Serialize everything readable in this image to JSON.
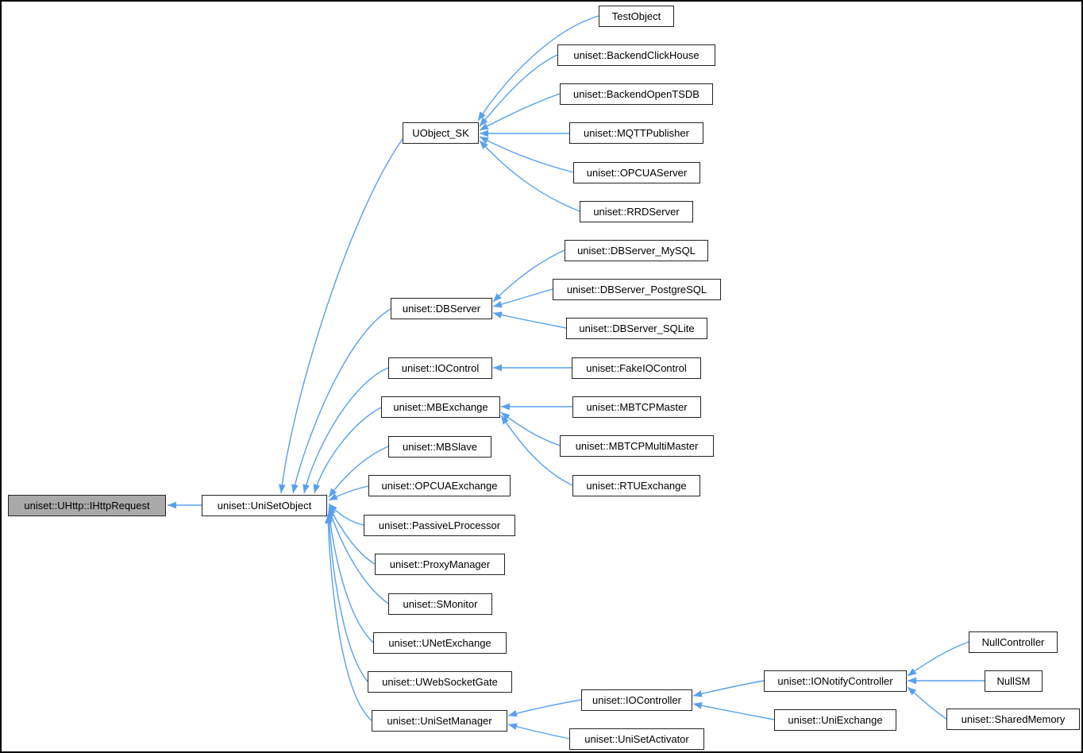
{
  "diagram": {
    "type": "class-inheritance-graph",
    "colors": {
      "background": "#ffffff",
      "edge": "#58a0ee",
      "node_bg": "#ffffff",
      "node_border": "#242424",
      "current_node_bg": "#a9a9a9"
    },
    "nodes": [
      {
        "id": "ihttprequest",
        "label": "uniset::UHttp::IHttpRequest",
        "current": true
      },
      {
        "id": "unisetobject",
        "label": "uniset::UniSetObject"
      },
      {
        "id": "uobject_sk",
        "label": "UObject_SK"
      },
      {
        "id": "dbserver",
        "label": "uniset::DBServer"
      },
      {
        "id": "iocontrol",
        "label": "uniset::IOControl"
      },
      {
        "id": "mbexchange",
        "label": "uniset::MBExchange"
      },
      {
        "id": "mbslave",
        "label": "uniset::MBSlave"
      },
      {
        "id": "opcuaexchange",
        "label": "uniset::OPCUAExchange"
      },
      {
        "id": "passivelprocessor",
        "label": "uniset::PassiveLProcessor"
      },
      {
        "id": "proxymanager",
        "label": "uniset::ProxyManager"
      },
      {
        "id": "smonitor",
        "label": "uniset::SMonitor"
      },
      {
        "id": "unetexchange",
        "label": "uniset::UNetExchange"
      },
      {
        "id": "uwebsocketgate",
        "label": "uniset::UWebSocketGate"
      },
      {
        "id": "unisetmanager",
        "label": "uniset::UniSetManager"
      },
      {
        "id": "testobject",
        "label": "TestObject"
      },
      {
        "id": "backendclickhouse",
        "label": "uniset::BackendClickHouse"
      },
      {
        "id": "backendopentsdb",
        "label": "uniset::BackendOpenTSDB"
      },
      {
        "id": "mqttpublisher",
        "label": "uniset::MQTTPublisher"
      },
      {
        "id": "opcuaserver",
        "label": "uniset::OPCUAServer"
      },
      {
        "id": "rrdserver",
        "label": "uniset::RRDServer"
      },
      {
        "id": "dbserver_mysql",
        "label": "uniset::DBServer_MySQL"
      },
      {
        "id": "dbserver_postgresql",
        "label": "uniset::DBServer_PostgreSQL"
      },
      {
        "id": "dbserver_sqlite",
        "label": "uniset::DBServer_SQLite"
      },
      {
        "id": "fakeiocontrol",
        "label": "uniset::FakeIOControl"
      },
      {
        "id": "mbtcpmaster",
        "label": "uniset::MBTCPMaster"
      },
      {
        "id": "mbtcpmultimaster",
        "label": "uniset::MBTCPMultiMaster"
      },
      {
        "id": "rtuexchange",
        "label": "uniset::RTUExchange"
      },
      {
        "id": "iocontroller",
        "label": "uniset::IOController"
      },
      {
        "id": "unisetactivator",
        "label": "uniset::UniSetActivator"
      },
      {
        "id": "ionotifycontroller",
        "label": "uniset::IONotifyController"
      },
      {
        "id": "uniexchange",
        "label": "uniset::UniExchange"
      },
      {
        "id": "nullcontroller",
        "label": "NullController"
      },
      {
        "id": "nullsm",
        "label": "NullSM"
      },
      {
        "id": "sharedmemory",
        "label": "uniset::SharedMemory"
      }
    ],
    "edges": [
      {
        "from": "uniset::UniSetObject",
        "to": "uniset::UHttp::IHttpRequest"
      },
      {
        "from": "UObject_SK",
        "to": "uniset::UniSetObject"
      },
      {
        "from": "uniset::DBServer",
        "to": "uniset::UniSetObject"
      },
      {
        "from": "uniset::IOControl",
        "to": "uniset::UniSetObject"
      },
      {
        "from": "uniset::MBExchange",
        "to": "uniset::UniSetObject"
      },
      {
        "from": "uniset::MBSlave",
        "to": "uniset::UniSetObject"
      },
      {
        "from": "uniset::OPCUAExchange",
        "to": "uniset::UniSetObject"
      },
      {
        "from": "uniset::PassiveLProcessor",
        "to": "uniset::UniSetObject"
      },
      {
        "from": "uniset::ProxyManager",
        "to": "uniset::UniSetObject"
      },
      {
        "from": "uniset::SMonitor",
        "to": "uniset::UniSetObject"
      },
      {
        "from": "uniset::UNetExchange",
        "to": "uniset::UniSetObject"
      },
      {
        "from": "uniset::UWebSocketGate",
        "to": "uniset::UniSetObject"
      },
      {
        "from": "uniset::UniSetManager",
        "to": "uniset::UniSetObject"
      },
      {
        "from": "TestObject",
        "to": "UObject_SK"
      },
      {
        "from": "uniset::BackendClickHouse",
        "to": "UObject_SK"
      },
      {
        "from": "uniset::BackendOpenTSDB",
        "to": "UObject_SK"
      },
      {
        "from": "uniset::MQTTPublisher",
        "to": "UObject_SK"
      },
      {
        "from": "uniset::OPCUAServer",
        "to": "UObject_SK"
      },
      {
        "from": "uniset::RRDServer",
        "to": "UObject_SK"
      },
      {
        "from": "uniset::DBServer_MySQL",
        "to": "uniset::DBServer"
      },
      {
        "from": "uniset::DBServer_PostgreSQL",
        "to": "uniset::DBServer"
      },
      {
        "from": "uniset::DBServer_SQLite",
        "to": "uniset::DBServer"
      },
      {
        "from": "uniset::FakeIOControl",
        "to": "uniset::IOControl"
      },
      {
        "from": "uniset::MBTCPMaster",
        "to": "uniset::MBExchange"
      },
      {
        "from": "uniset::MBTCPMultiMaster",
        "to": "uniset::MBExchange"
      },
      {
        "from": "uniset::RTUExchange",
        "to": "uniset::MBExchange"
      },
      {
        "from": "uniset::IOController",
        "to": "uniset::UniSetManager"
      },
      {
        "from": "uniset::UniSetActivator",
        "to": "uniset::UniSetManager"
      },
      {
        "from": "uniset::IONotifyController",
        "to": "uniset::IOController"
      },
      {
        "from": "uniset::UniExchange",
        "to": "uniset::IOController"
      },
      {
        "from": "NullController",
        "to": "uniset::IONotifyController"
      },
      {
        "from": "NullSM",
        "to": "uniset::IONotifyController"
      },
      {
        "from": "uniset::SharedMemory",
        "to": "uniset::IONotifyController"
      }
    ]
  }
}
